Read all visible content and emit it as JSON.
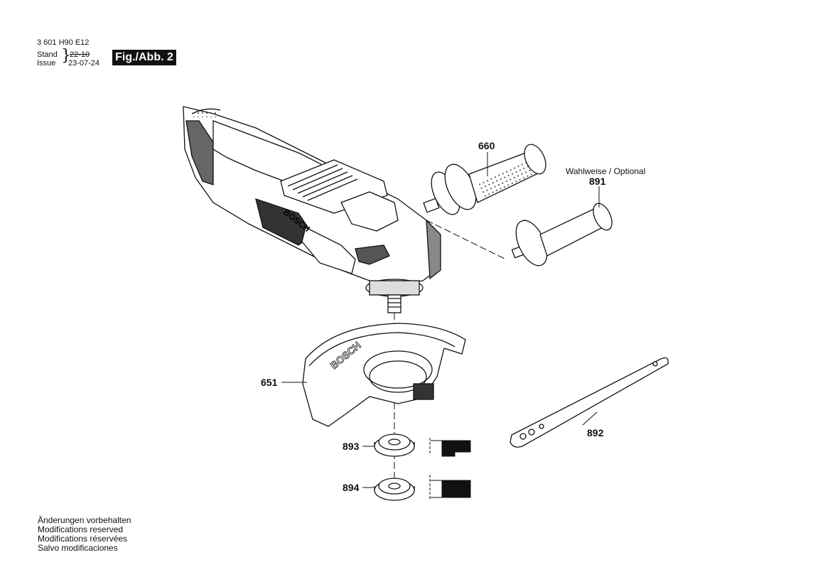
{
  "header": {
    "part_number": "3 601 H90 E12",
    "stand_label": "Stand",
    "issue_label": "Issue",
    "brace": "}",
    "old_date": "22-10",
    "issue_date": "23-07-24",
    "figure_label": "Fig./Abb. 2"
  },
  "callouts": {
    "p660": "660",
    "p891": "891",
    "optional_note": "Wahlweise / Optional",
    "p651": "651",
    "p892": "892",
    "p893": "893",
    "p894": "894"
  },
  "brand_marking": "BOSCH",
  "footer": {
    "line1": "Änderungen vorbehalten",
    "line2": "Modifications reserved",
    "line3": "Modifications réservées",
    "line4": "Salvo modificaciones"
  }
}
